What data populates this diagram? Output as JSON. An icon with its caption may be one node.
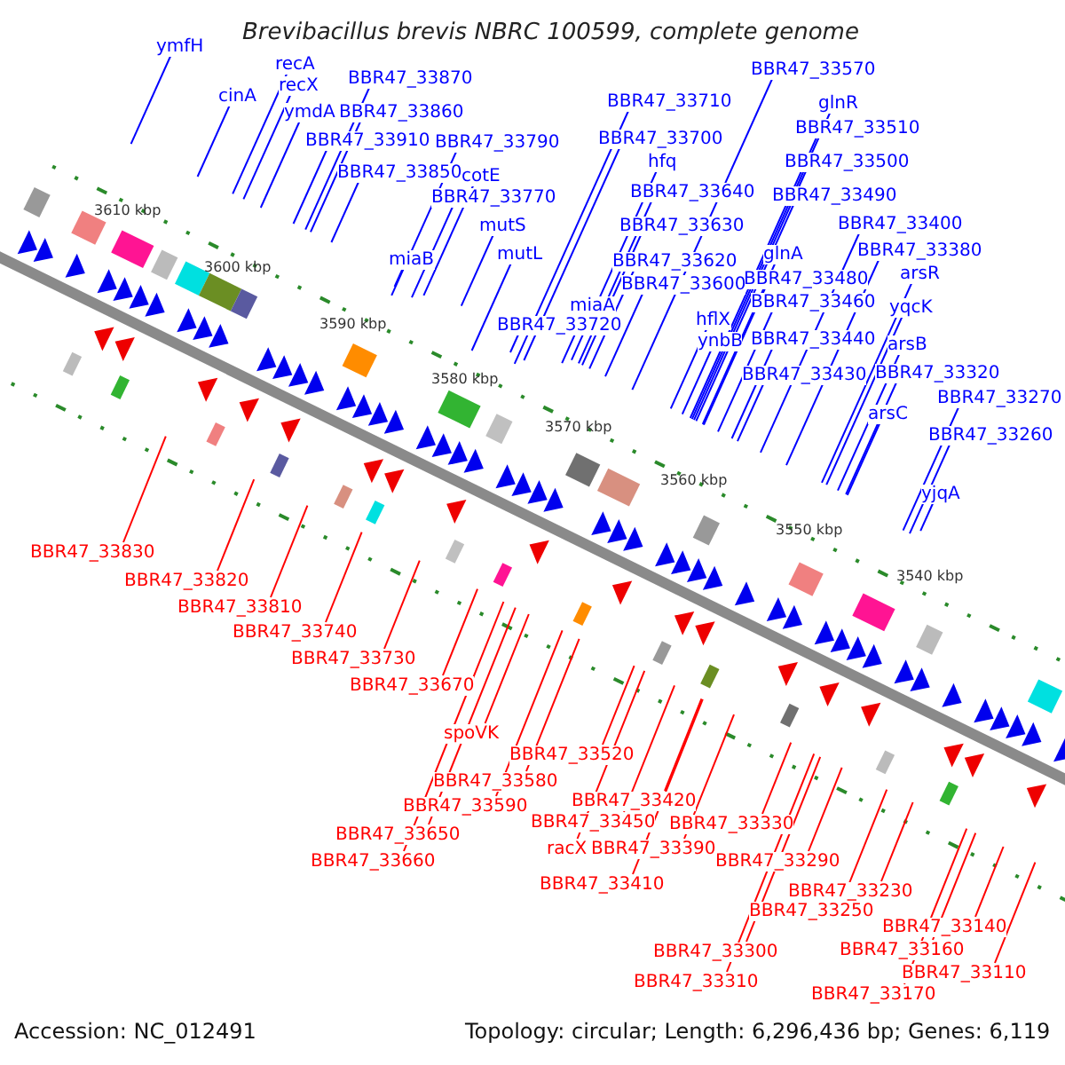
{
  "diagram": {
    "title": "Brevibacillus brevis NBRC 100599, complete genome",
    "nodes": [
      {
        "text": [
          "ymfH"
        ]
      },
      {
        "text": [
          "recA"
        ]
      },
      {
        "text": [
          "BBR47_33570"
        ]
      },
      {
        "text": [
          "BBR47_33870"
        ]
      },
      {
        "text": [
          "recX"
        ]
      },
      {
        "text": [
          "cinA"
        ]
      },
      {
        "text": [
          "BBR47_33710"
        ]
      },
      {
        "text": [
          "glnR"
        ]
      },
      {
        "text": [
          "BBR47_33860"
        ]
      },
      {
        "text": [
          "ymdA"
        ]
      },
      {
        "text": [
          "BBR47_33510"
        ]
      },
      {
        "text": [
          "BBR47_33700"
        ]
      },
      {
        "text": [
          "BBR47_33910"
        ]
      },
      {
        "text": [
          "BBR47_33790"
        ]
      },
      {
        "text": [
          "hfq"
        ]
      },
      {
        "text": [
          "BBR47_33500"
        ]
      },
      {
        "text": [
          "BBR47_33850"
        ]
      },
      {
        "text": [
          "cotE"
        ]
      },
      {
        "text": [
          "BBR47_33640"
        ]
      },
      {
        "text": [
          "BBR47_33490"
        ]
      },
      {
        "text": [
          "BBR47_33770"
        ]
      },
      {
        "text": [
          "BBR47_33400"
        ]
      },
      {
        "text": [
          "mutS"
        ]
      },
      {
        "text": [
          "BBR47_33630"
        ]
      },
      {
        "text": [
          "BBR47_33380"
        ]
      },
      {
        "text": [
          "glnA"
        ]
      },
      {
        "text": [
          "mutL"
        ]
      },
      {
        "text": [
          "miaB"
        ]
      },
      {
        "text": [
          "BBR47_33620"
        ]
      },
      {
        "text": [
          "arsR"
        ]
      },
      {
        "text": [
          "BBR47_33480"
        ]
      },
      {
        "text": [
          "BBR47_33600"
        ]
      },
      {
        "text": [
          "BBR47_33460"
        ]
      },
      {
        "text": [
          "miaA"
        ]
      },
      {
        "text": [
          "yqcK"
        ]
      },
      {
        "text": [
          "hflX"
        ]
      },
      {
        "text": [
          "BBR47_33720"
        ]
      },
      {
        "text": [
          "BBR47_33440"
        ]
      },
      {
        "text": [
          "ynbB"
        ]
      },
      {
        "text": [
          "arsB"
        ]
      },
      {
        "text": [
          "BBR47_33320"
        ]
      },
      {
        "text": [
          "BBR47_33430"
        ]
      },
      {
        "text": [
          "BBR47_33270"
        ]
      },
      {
        "text": [
          "arsC"
        ]
      },
      {
        "text": [
          "BBR47_33260"
        ]
      },
      {
        "text": [
          "yjqA"
        ]
      },
      {
        "text": [
          "BBR47_33830"
        ]
      },
      {
        "text": [
          "BBR47_33820"
        ]
      },
      {
        "text": [
          "BBR47_33810"
        ]
      },
      {
        "text": [
          "BBR47_33740"
        ]
      },
      {
        "text": [
          "BBR47_33730"
        ]
      },
      {
        "text": [
          "BBR47_33670"
        ]
      },
      {
        "text": [
          "spoVK"
        ]
      },
      {
        "text": [
          "BBR47_33520"
        ]
      },
      {
        "text": [
          "BBR47_33580"
        ]
      },
      {
        "text": [
          "BBR47_33420"
        ]
      },
      {
        "text": [
          "BBR47_33590"
        ]
      },
      {
        "text": [
          "BBR47_33450"
        ]
      },
      {
        "text": [
          "BBR47_33330"
        ]
      },
      {
        "text": [
          "BBR47_33650"
        ]
      },
      {
        "text": [
          "racX"
        ]
      },
      {
        "text": [
          "BBR47_33390"
        ]
      },
      {
        "text": [
          "BBR47_33290"
        ]
      },
      {
        "text": [
          "BBR47_33660"
        ]
      },
      {
        "text": [
          "BBR47_33410"
        ]
      },
      {
        "text": [
          "BBR47_33230"
        ]
      },
      {
        "text": [
          "BBR47_33250"
        ]
      },
      {
        "text": [
          "BBR47_33140"
        ]
      },
      {
        "text": [
          "BBR47_33160"
        ]
      },
      {
        "text": [
          "BBR47_33300"
        ]
      },
      {
        "text": [
          "BBR47_33110"
        ]
      },
      {
        "text": [
          "BBR47_33310"
        ]
      },
      {
        "text": [
          "BBR47_33170"
        ]
      }
    ],
    "edges": [
      {
        "from": 0,
        "to": null,
        "arrow": "none"
      },
      {
        "from": 1,
        "to": null,
        "arrow": "none"
      },
      {
        "from": 2,
        "to": null,
        "arrow": "none"
      },
      {
        "from": 3,
        "to": null,
        "arrow": "none"
      },
      {
        "from": 4,
        "to": null,
        "arrow": "none"
      },
      {
        "from": 5,
        "to": null,
        "arrow": "none"
      },
      {
        "from": 6,
        "to": null,
        "arrow": "none"
      },
      {
        "from": 7,
        "to": null,
        "arrow": "none"
      },
      {
        "from": 8,
        "to": null,
        "arrow": "none"
      },
      {
        "from": 9,
        "to": null,
        "arrow": "none"
      },
      {
        "from": 10,
        "to": null,
        "arrow": "none"
      },
      {
        "from": 11,
        "to": null,
        "arrow": "none"
      },
      {
        "from": 12,
        "to": null,
        "arrow": "none"
      },
      {
        "from": 13,
        "to": null,
        "arrow": "none"
      },
      {
        "from": 14,
        "to": null,
        "arrow": "none"
      },
      {
        "from": 15,
        "to": null,
        "arrow": "none"
      },
      {
        "from": 16,
        "to": null,
        "arrow": "none"
      },
      {
        "from": 17,
        "to": null,
        "arrow": "none"
      },
      {
        "from": 18,
        "to": null,
        "arrow": "none"
      },
      {
        "from": 19,
        "to": null,
        "arrow": "none"
      },
      {
        "from": 20,
        "to": null,
        "arrow": "none"
      },
      {
        "from": 21,
        "to": null,
        "arrow": "none"
      },
      {
        "from": 22,
        "to": null,
        "arrow": "none"
      },
      {
        "from": 23,
        "to": null,
        "arrow": "none"
      },
      {
        "from": 24,
        "to": null,
        "arrow": "none"
      },
      {
        "from": 25,
        "to": null,
        "arrow": "none"
      },
      {
        "from": 26,
        "to": null,
        "arrow": "none"
      },
      {
        "from": 27,
        "to": null,
        "arrow": "none"
      },
      {
        "from": 28,
        "to": null,
        "arrow": "none"
      },
      {
        "from": 29,
        "to": null,
        "arrow": "none"
      },
      {
        "from": 30,
        "to": null,
        "arrow": "none"
      },
      {
        "from": 31,
        "to": null,
        "arrow": "none"
      },
      {
        "from": 32,
        "to": null,
        "arrow": "none"
      },
      {
        "from": 33,
        "to": null,
        "arrow": "none"
      },
      {
        "from": 34,
        "to": null,
        "arrow": "none"
      },
      {
        "from": 35,
        "to": null,
        "arrow": "none"
      },
      {
        "from": 36,
        "to": null,
        "arrow": "none"
      },
      {
        "from": 37,
        "to": null,
        "arrow": "none"
      },
      {
        "from": 38,
        "to": null,
        "arrow": "none"
      },
      {
        "from": 39,
        "to": null,
        "arrow": "none"
      },
      {
        "from": 40,
        "to": null,
        "arrow": "none"
      },
      {
        "from": 41,
        "to": null,
        "arrow": "none"
      },
      {
        "from": 42,
        "to": null,
        "arrow": "none"
      },
      {
        "from": 43,
        "to": null,
        "arrow": "none"
      },
      {
        "from": 44,
        "to": null,
        "arrow": "none"
      },
      {
        "from": 45,
        "to": null,
        "arrow": "none"
      },
      {
        "from": 46,
        "to": null,
        "arrow": "none",
        "color": "#ff0000"
      },
      {
        "from": 47,
        "to": null,
        "arrow": "none",
        "color": "#ff0000"
      },
      {
        "from": 48,
        "to": null,
        "arrow": "none",
        "color": "#ff0000"
      },
      {
        "from": 49,
        "to": null,
        "arrow": "none",
        "color": "#ff0000"
      },
      {
        "from": 50,
        "to": null,
        "arrow": "none",
        "color": "#ff0000"
      },
      {
        "from": 51,
        "to": null,
        "arrow": "none",
        "color": "#ff0000"
      },
      {
        "from": 52,
        "to": null,
        "arrow": "none",
        "color": "#ff0000"
      },
      {
        "from": 53,
        "to": null,
        "arrow": "none",
        "color": "#ff0000"
      },
      {
        "from": 54,
        "to": null,
        "arrow": "none",
        "color": "#ff0000"
      },
      {
        "from": 55,
        "to": null,
        "arrow": "none",
        "color": "#ff0000"
      },
      {
        "from": 56,
        "to": null,
        "arrow": "none",
        "color": "#ff0000"
      },
      {
        "from": 57,
        "to": null,
        "arrow": "none",
        "color": "#ff0000"
      },
      {
        "from": 58,
        "to": null,
        "arrow": "none",
        "color": "#ff0000"
      },
      {
        "from": 59,
        "to": null,
        "arrow": "none",
        "color": "#ff0000"
      },
      {
        "from": 60,
        "to": null,
        "arrow": "none",
        "color": "#ff0000"
      },
      {
        "from": 61,
        "to": null,
        "arrow": "none",
        "color": "#ff0000"
      },
      {
        "from": 62,
        "to": null,
        "arrow": "none",
        "color": "#ff0000"
      },
      {
        "from": 63,
        "to": null,
        "arrow": "none",
        "color": "#ff0000"
      },
      {
        "from": 64,
        "to": null,
        "arrow": "none",
        "color": "#ff0000"
      },
      {
        "from": 65,
        "to": null,
        "arrow": "none",
        "color": "#ff0000"
      },
      {
        "from": 66,
        "to": null,
        "arrow": "none",
        "color": "#ff0000"
      },
      {
        "from": 67,
        "to": null,
        "arrow": "none",
        "color": "#ff0000"
      },
      {
        "from": 68,
        "to": null,
        "arrow": "none",
        "color": "#ff0000"
      },
      {
        "from": 69,
        "to": null,
        "arrow": "none",
        "color": "#ff0000"
      },
      {
        "from": 70,
        "to": null,
        "arrow": "none",
        "color": "#ff0000"
      },
      {
        "from": 71,
        "to": null,
        "arrow": "none",
        "color": "#ff0000"
      },
      {
        "from": 72,
        "to": null,
        "arrow": "none",
        "color": "#ff0000"
      }
    ],
    "labels": [
      "3610 kbp",
      "3600 kbp",
      "3590 kbp",
      "3580 kbp",
      "3570 kbp",
      "3560 kbp",
      "3550 kbp",
      "3540 kbp",
      "Accession: NC_012491",
      "Topology: circular; Length: 6,296,436 bp; Genes: 6,119"
    ]
  }
}
